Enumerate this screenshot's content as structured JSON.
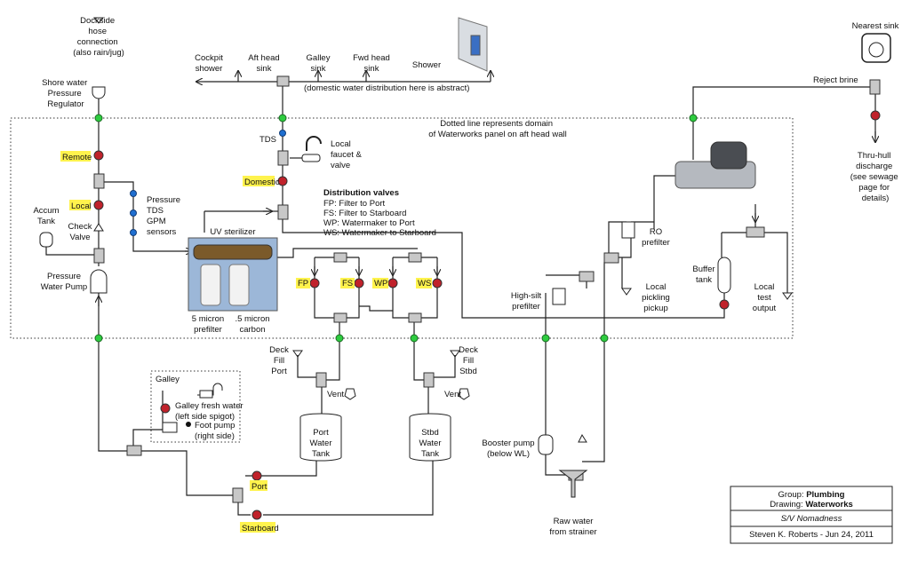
{
  "labels": {
    "dockside": [
      "Dockside",
      "hose",
      "connection",
      "(also rain/jug)"
    ],
    "shore_reg": [
      "Shore water",
      "Pressure",
      "Regulator"
    ],
    "cockpit": [
      "Cockpit",
      "shower"
    ],
    "aft_head": [
      "Aft head",
      "sink"
    ],
    "galley_sink": [
      "Galley",
      "sink"
    ],
    "fwd_head": [
      "Fwd head",
      "sink"
    ],
    "shower": "Shower",
    "domestic_note": "(domestic water distribution here is abstract)",
    "nearest_sink": "Nearest sink",
    "reject_brine": "Reject brine",
    "thru_hull": [
      "Thru-hull",
      "discharge",
      "(see sewage",
      "page for",
      "details)"
    ],
    "dotted_note": [
      "Dotted line represents domain",
      "of Waterworks panel on aft head wall"
    ],
    "tds": "TDS",
    "local_faucet": [
      "Local",
      "faucet &",
      "valve"
    ],
    "remote": "Remote",
    "domestic": "Domestic",
    "local": "Local",
    "sensors": [
      "Pressure",
      "TDS",
      "GPM",
      "sensors"
    ],
    "accum_tank": [
      "Accum",
      "Tank"
    ],
    "check_valve": [
      "Check",
      "Valve"
    ],
    "pressure_pump": [
      "Pressure",
      "Water Pump"
    ],
    "uv_sterilizer": "UV sterilizer",
    "prefilter5": [
      "5 micron",
      "prefilter"
    ],
    "carbon": [
      ".5 micron",
      "carbon"
    ],
    "dist_title": "Distribution valves",
    "dist_lines": [
      "FP: Filter to Port",
      "FS: Filter to Starboard",
      "WP: Watermaker to Port",
      "WS: Watermaker to Starboard"
    ],
    "fp": "FP",
    "fs": "FS",
    "wp": "WP",
    "ws": "WS",
    "ro_prefilter": [
      "RO",
      "prefilter"
    ],
    "high_silt": [
      "High-silt",
      "prefilter"
    ],
    "local_pickling": [
      "Local",
      "pickling",
      "pickup"
    ],
    "buffer_tank": [
      "Buffer",
      "tank"
    ],
    "local_test": [
      "Local",
      "test",
      "output"
    ],
    "deck_fill_port": [
      "Deck",
      "Fill",
      "Port"
    ],
    "deck_fill_stbd": [
      "Deck",
      "Fill",
      "Stbd"
    ],
    "vent": "Vent",
    "port_tank": [
      "Port",
      "Water",
      "Tank"
    ],
    "stbd_tank": [
      "Stbd",
      "Water",
      "Tank"
    ],
    "galley": "Galley",
    "galley_fresh": [
      "Galley fresh water",
      "(left side spigot)"
    ],
    "foot_pump": [
      "Foot pump",
      "(right side)"
    ],
    "port": "Port",
    "starboard": "Starboard",
    "booster": [
      "Booster pump",
      "(below WL)"
    ],
    "raw_water": [
      "Raw water",
      "from strainer"
    ],
    "tb_group_label": "Group: ",
    "tb_group": "Plumbing",
    "tb_drawing_label": "Drawing: ",
    "tb_drawing": "Waterworks",
    "tb_vessel": "S/V Nomadness",
    "tb_author": "Steven K. Roberts - Jun 24, 2011"
  },
  "colors": {
    "valve": "#c0222b",
    "junction": "#2ecc40",
    "sensor": "#1f6fd1",
    "highlight": "#fff34d"
  }
}
